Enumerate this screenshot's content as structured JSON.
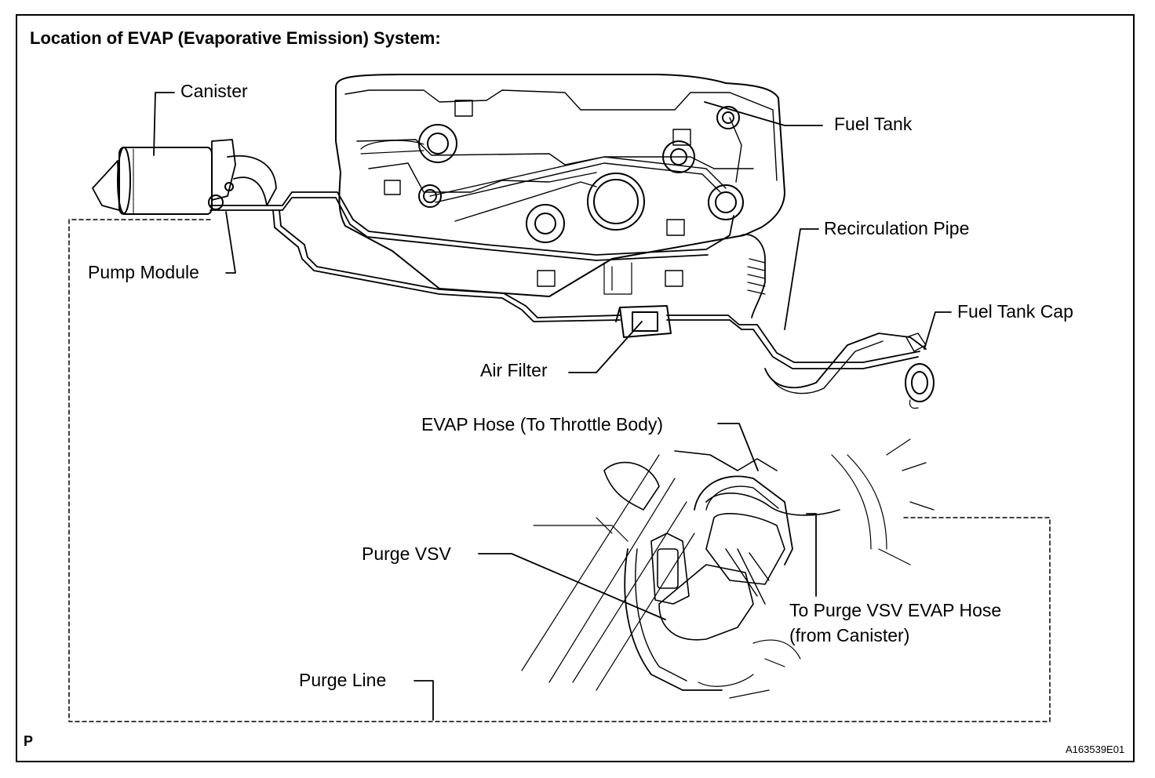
{
  "title": "Location of EVAP (Evaporative Emission) System:",
  "labels": {
    "canister": "Canister",
    "fuel_tank": "Fuel Tank",
    "pump_module": "Pump Module",
    "recirculation_pipe": "Recirculation Pipe",
    "fuel_tank_cap": "Fuel Tank Cap",
    "air_filter": "Air Filter",
    "evap_hose_throttle": "EVAP Hose (To Throttle Body)",
    "purge_vsv": "Purge VSV",
    "to_purge_vsv_line1": "To Purge VSV EVAP Hose",
    "to_purge_vsv_line2": "(from Canister)",
    "purge_line": "Purge Line"
  },
  "corner_mark": "P",
  "figure_code": "A163539E01"
}
